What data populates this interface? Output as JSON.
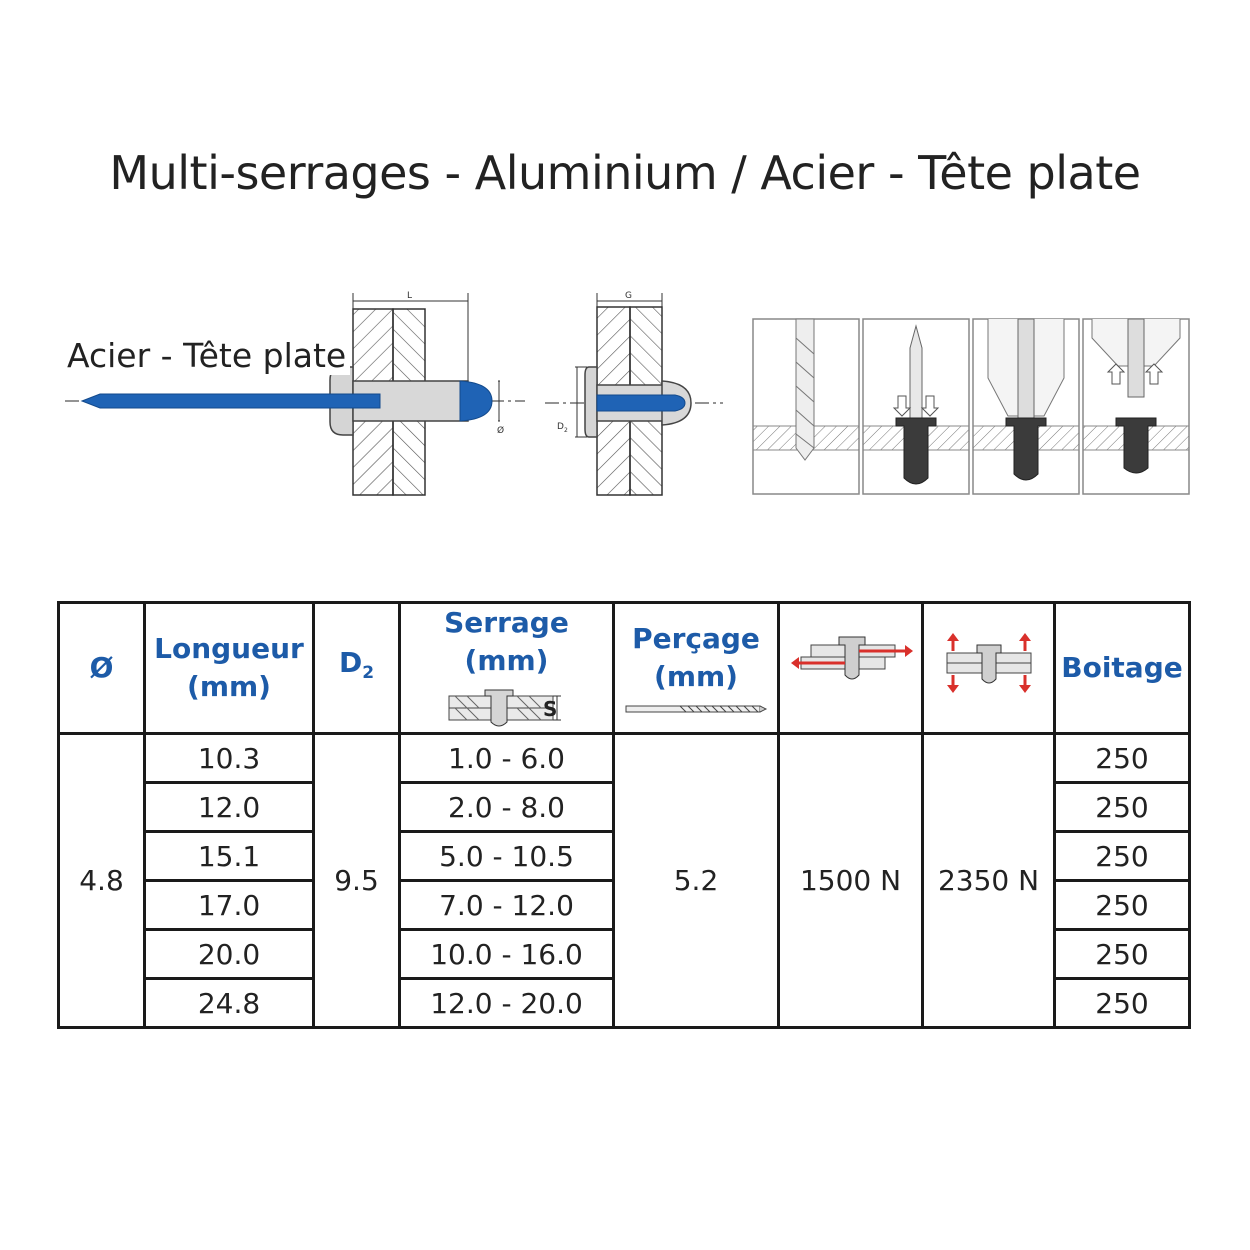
{
  "page": {
    "title": "Multi-serrages - Aluminium / Acier - Tête plate",
    "subtitle": "Acier - Tête plate"
  },
  "figure_labels": {
    "length": "L",
    "grip": "G",
    "diameter": "Ø",
    "head_diameter": "D",
    "head_diameter_sub": "2"
  },
  "table": {
    "headers": {
      "diameter": "Ø",
      "length_line1": "Longueur",
      "length_line2": "(mm)",
      "d2_main": "D",
      "d2_sub": "2",
      "grip": "Serrage (mm)",
      "grip_icon_label": "S",
      "drill_line1": "Perçage",
      "drill_line2": "(mm)",
      "shear_icon": "shear-force-icon",
      "tensile_icon": "tensile-force-icon",
      "box": "Boitage"
    },
    "diameter": "4.8",
    "d2": "9.5",
    "drill": "5.2",
    "shear": "1500 N",
    "tensile": "2350 N",
    "lengths": [
      "10.3",
      "12.0",
      "15.1",
      "17.0",
      "20.0",
      "24.8"
    ],
    "grips": [
      "1.0 - 6.0",
      "2.0 - 8.0",
      "5.0 - 10.5",
      "7.0 - 12.0",
      "10.0 - 16.0",
      "12.0 - 20.0"
    ],
    "boxes": [
      "250",
      "250",
      "250",
      "250",
      "250",
      "250"
    ]
  },
  "colors": {
    "header_text": "#1d5ba8",
    "rivet_blue": "#1f63b5",
    "arrow_red": "#d9302b"
  }
}
